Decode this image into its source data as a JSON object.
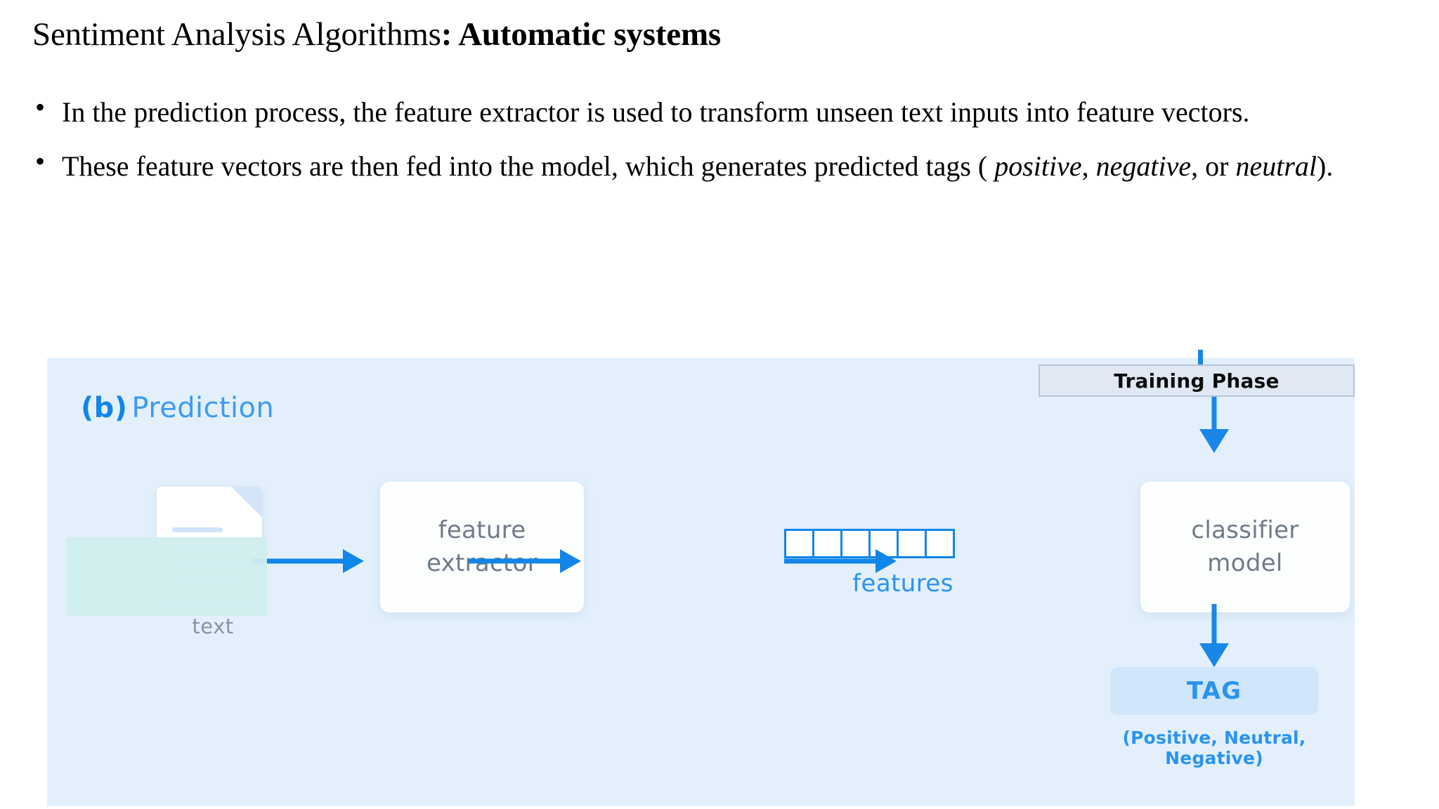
{
  "slide": {
    "title_regular": "Sentiment Analysis Algorithms",
    "title_bold": ": Automatic systems",
    "bullet_marker": "•",
    "bullets": [
      {
        "text": "In the prediction process, the feature extractor is used to transform unseen text inputs into feature vectors."
      },
      {
        "prefix": "These feature vectors are then fed into the model, which generates predicted tags ( ",
        "em1": "positive",
        "sep1": ", ",
        "em2": "negative",
        "sep2": ", or ",
        "em3": "neutral",
        "suffix": ")."
      }
    ]
  },
  "diagram": {
    "panel_background": "#e3f0fc",
    "accent_blue": "#1286e8",
    "heading": {
      "tag": "(b)",
      "word": "Prediction"
    },
    "training_phase_label": "Training Phase",
    "nodes": {
      "text_label": "text",
      "feature_extractor_line1": "feature",
      "feature_extractor_line2": "extractor",
      "features_label": "features",
      "feature_cell_count": 6,
      "classifier_line1": "classifier",
      "classifier_line2": "model",
      "tag_label": "TAG",
      "tag_caption": "(Positive, Neutral, Negative)"
    }
  }
}
